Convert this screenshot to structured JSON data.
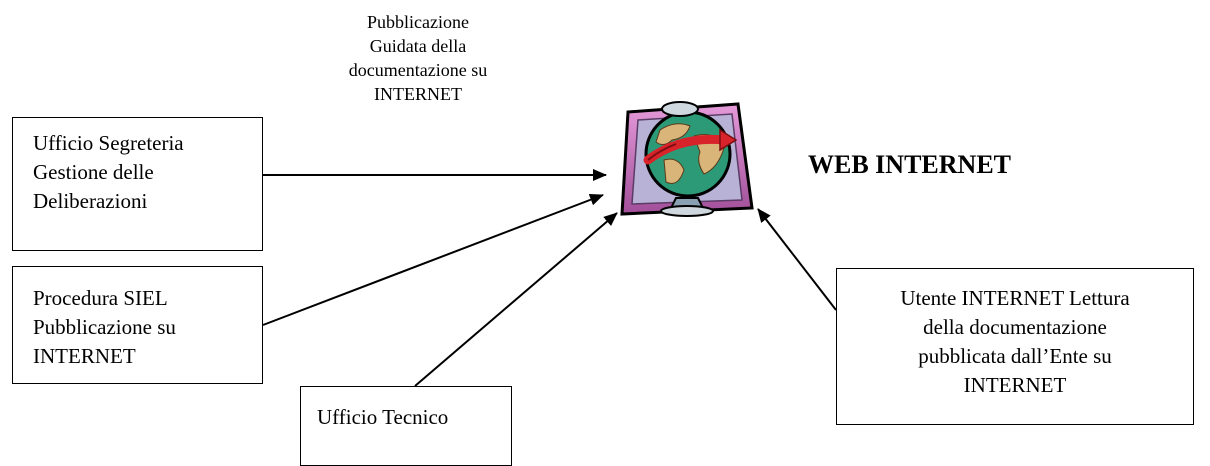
{
  "caption": "Pubblicazione\nGuidata della\ndocumentazione su\nINTERNET",
  "web_title": "WEB INTERNET",
  "boxes": {
    "segreteria": "Ufficio Segreteria\nGestione delle\nDeliberazioni",
    "siel": "Procedura SIEL\nPubblicazione su\nINTERNET",
    "tecnico": "Ufficio Tecnico",
    "utente": "Utente INTERNET  Lettura\ndella documentazione\npubblicata dall’Ente su\nINTERNET"
  },
  "icons": {
    "globe": "web-globe-icon"
  }
}
